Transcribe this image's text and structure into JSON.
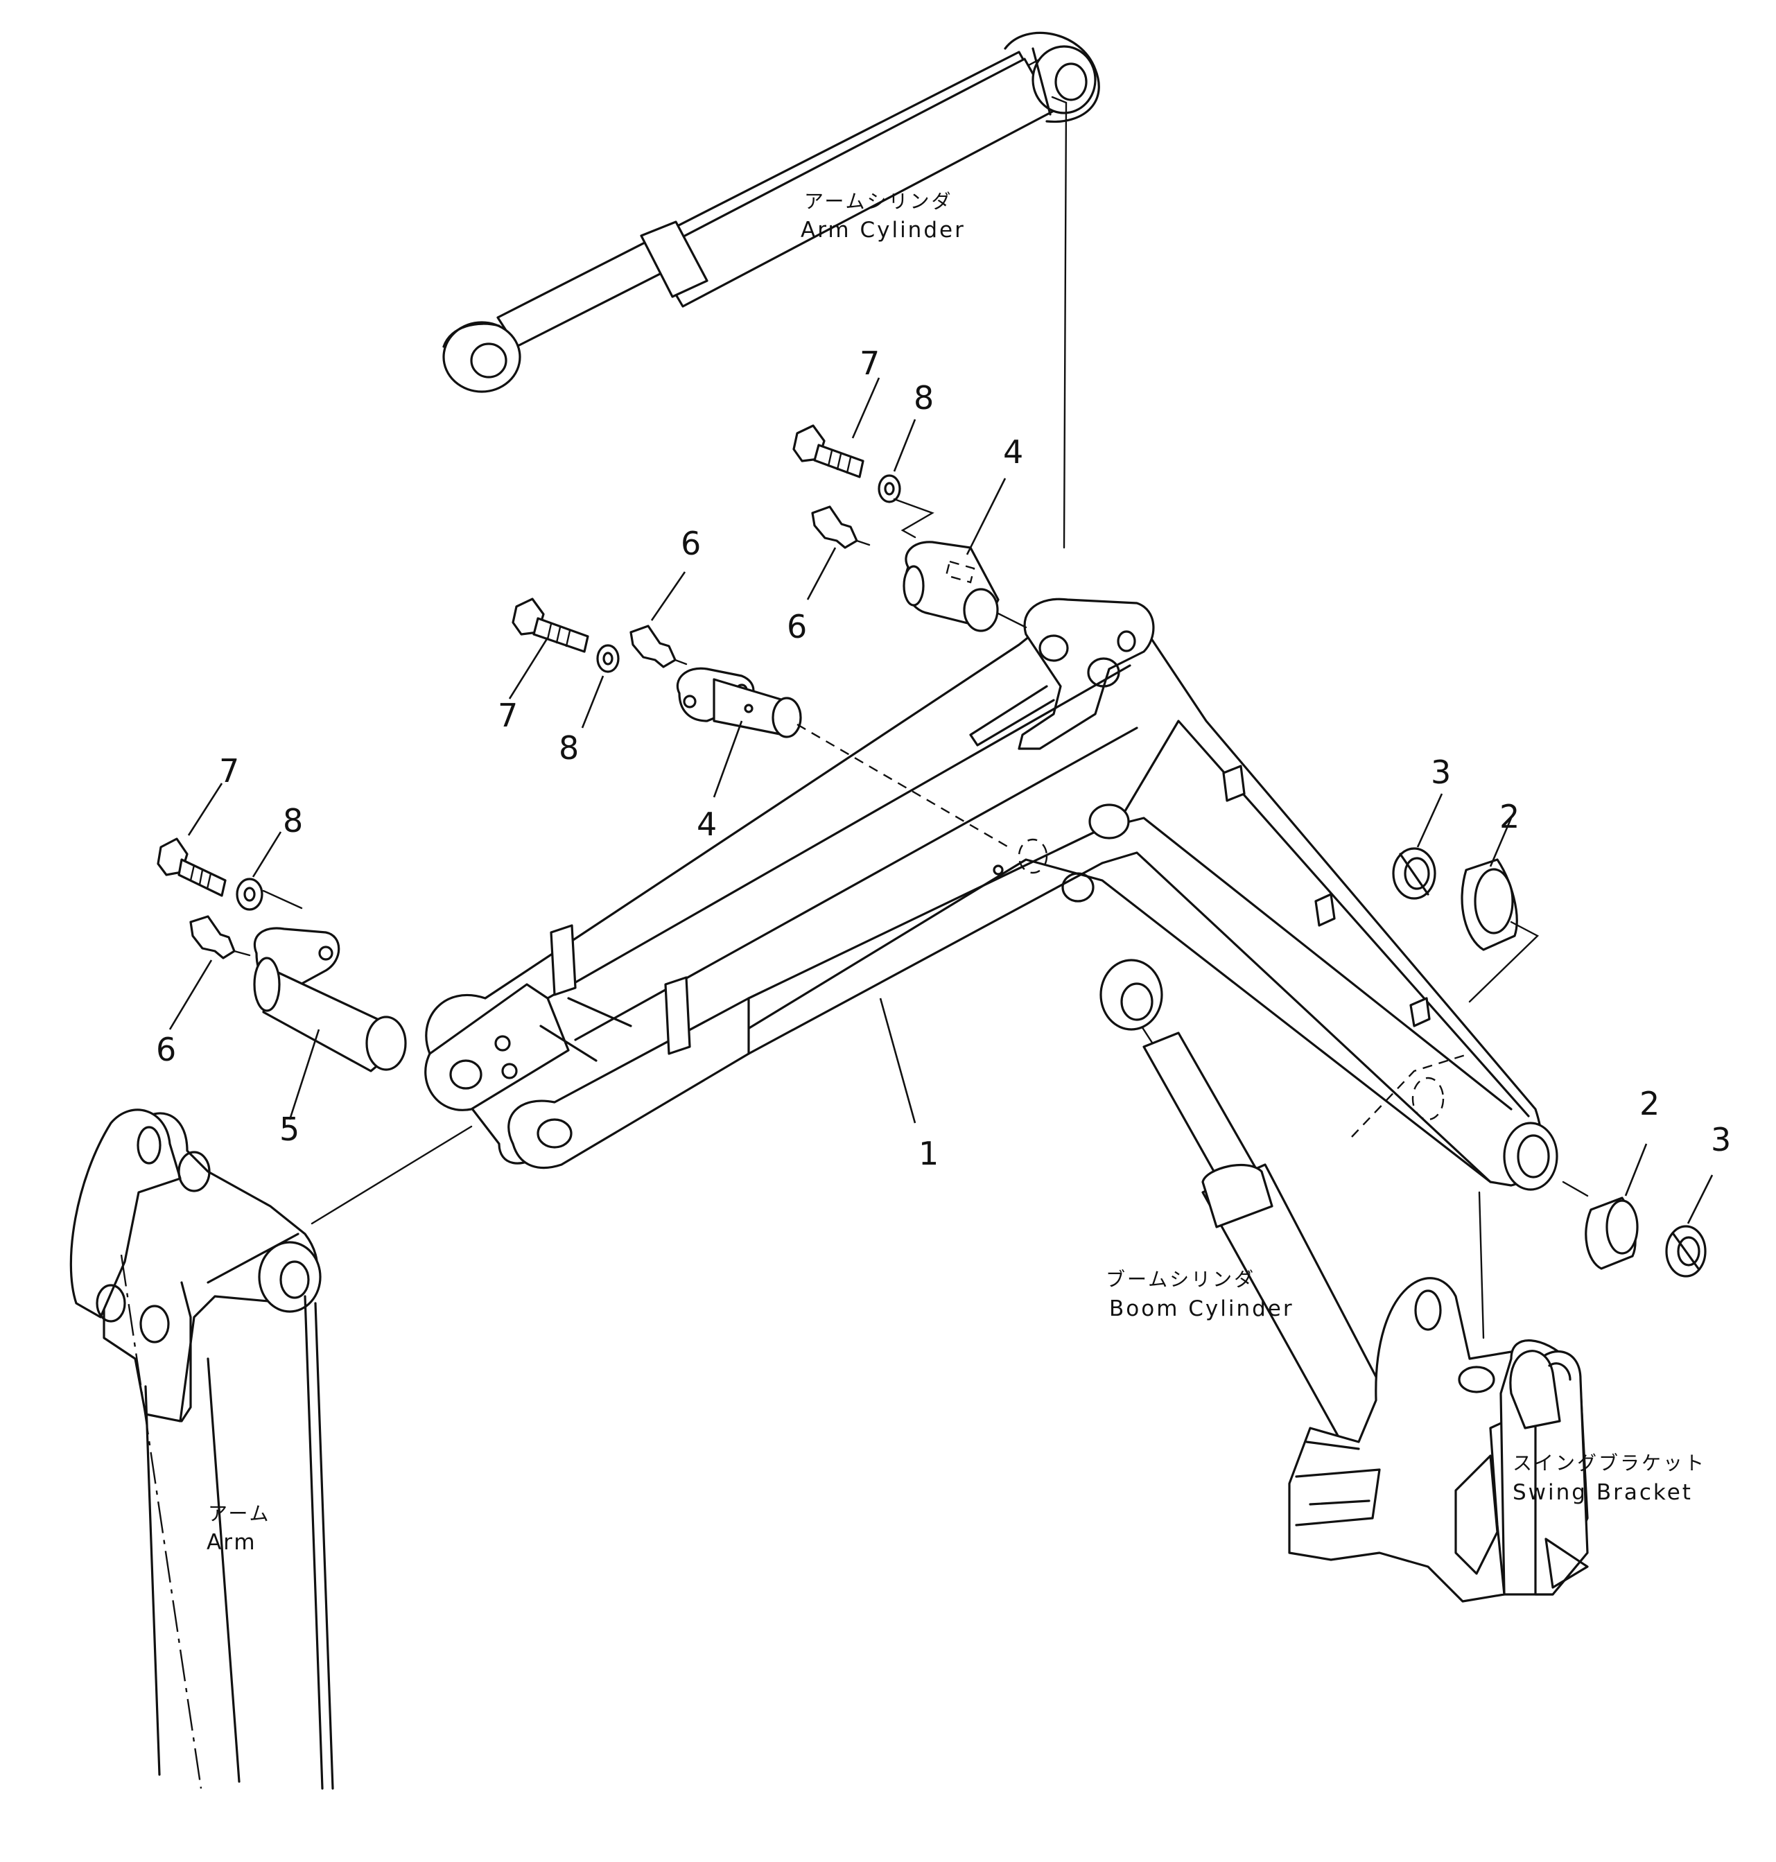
{
  "labels": {
    "arm_cylinder_jp": "アームシリンダ",
    "arm_cylinder_en": "Arm  Cylinder",
    "boom_cylinder_jp": "ブームシリンダ",
    "boom_cylinder_en": "Boom  Cylinder",
    "swing_bracket_jp": "スイングブラケット",
    "swing_bracket_en": "Swing  Bracket",
    "arm_jp": "アーム",
    "arm_en": "Arm"
  },
  "callouts": {
    "boom": "1",
    "bushing_right": "2",
    "bushing_lower": "2",
    "seal_right": "3",
    "seal_lower": "3",
    "pin_upper": "4",
    "pin_middle": "4",
    "pin_foot": "5",
    "grease_upper": "6",
    "grease_middle": "6",
    "grease_lower": "6",
    "bolt_upper": "7",
    "bolt_middle": "7",
    "bolt_lower": "7",
    "washer_upper": "8",
    "washer_middle": "8",
    "washer_lower": "8"
  },
  "colors": {
    "ink": "#111111",
    "paper": "#ffffff"
  }
}
